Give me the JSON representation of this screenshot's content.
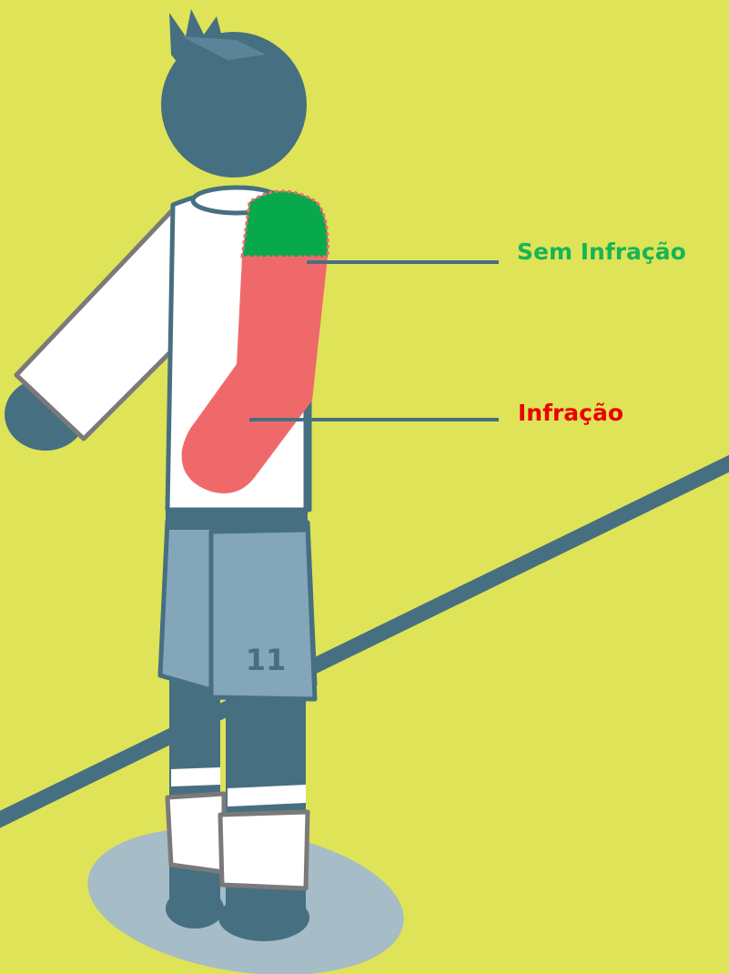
{
  "labels": {
    "no_infraction": "Sem Infração",
    "infraction": "Infração"
  },
  "jersey_number": "11",
  "colors": {
    "background": "#dfe357",
    "navy": "#476f82",
    "jersey_white": "#ffffff",
    "jersey_outline": "#7a7a7a",
    "shorts": "#83a6bb",
    "shadow": "#a6bcc6",
    "no_infraction_zone": "#08a84c",
    "infraction_zone": "#f0696a",
    "no_infraction_text": "#16b556",
    "infraction_text": "#ea0000"
  }
}
